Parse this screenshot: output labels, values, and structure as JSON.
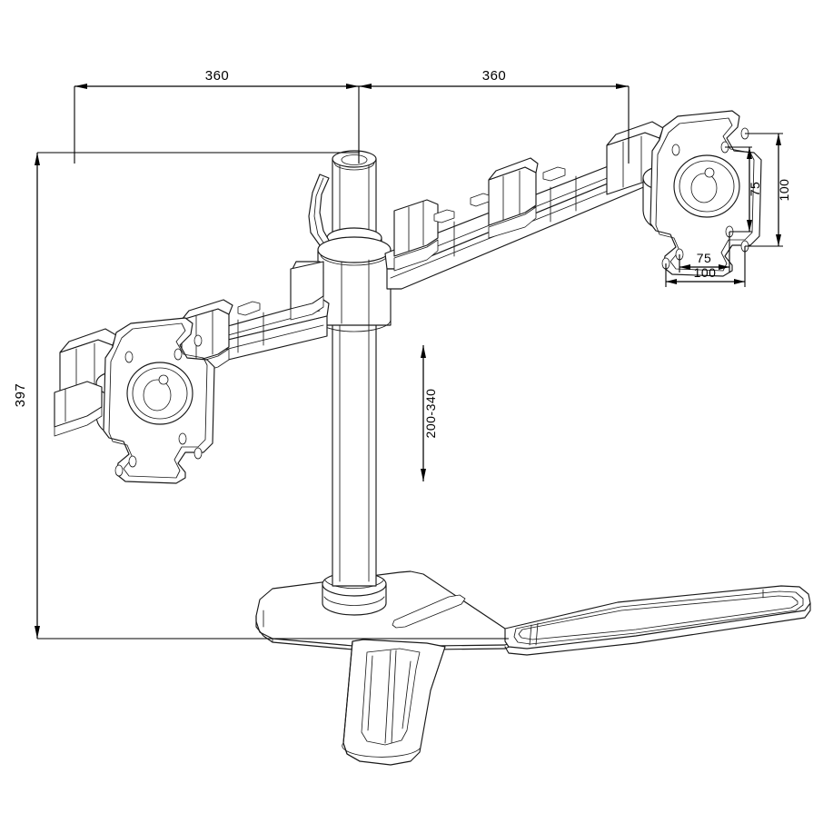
{
  "drawing": {
    "subject": "dual-monitor-desk-stand",
    "view": "isometric-dimensioned-line-drawing",
    "background_color": "#ffffff",
    "line_color": "#1a1a1a",
    "dimension_color": "#000000",
    "units_note": "mm"
  },
  "dimensions": {
    "arm_reach_left": {
      "label": "360",
      "orientation": "horizontal",
      "description": "left arm horizontal reach from center pole"
    },
    "arm_reach_right": {
      "label": "360",
      "orientation": "horizontal",
      "description": "right arm horizontal reach from center pole"
    },
    "overall_height": {
      "label": "397",
      "orientation": "vertical-rotated",
      "description": "overall stand height"
    },
    "height_adjust_range": {
      "label": "200-340",
      "orientation": "vertical-rotated",
      "description": "monitor height adjustment range on pole"
    },
    "vesa_width_75": {
      "label": "75",
      "orientation": "horizontal",
      "description": "VESA 75 horizontal hole spacing"
    },
    "vesa_width_100": {
      "label": "100",
      "orientation": "horizontal",
      "description": "VESA 100 horizontal hole spacing"
    },
    "vesa_height_75": {
      "label": "75",
      "orientation": "vertical-rotated",
      "description": "VESA 75 vertical hole spacing"
    },
    "vesa_height_100": {
      "label": "100",
      "orientation": "vertical-rotated",
      "description": "VESA 100 vertical hole spacing"
    }
  },
  "parts": {
    "center_pole": "center-pole",
    "pole_collar": "pole-collar",
    "quick_release_lever": "quick-release-lever",
    "left_arm": "left-arm-assembly",
    "right_arm": "right-arm-assembly",
    "left_vesa_plate": "left-vesa-plate",
    "right_vesa_plate": "right-vesa-plate",
    "base_plate": "base-plate",
    "base_foot": "base-foot",
    "base_slot": "base-cable-slot"
  }
}
